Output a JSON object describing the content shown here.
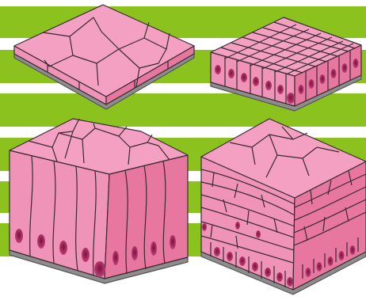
{
  "colors": {
    "background": "#ffffff",
    "stripe": "#8cc21e",
    "cell_top": "#f3a0c2",
    "cell_front": "#f093b8",
    "cell_side": "#e8779f",
    "outline": "#3a2a30",
    "nucleus_dark": "#7a0f3c",
    "nucleus_light": "#c7487e",
    "basement": "#8d8d8d"
  },
  "figures": [
    {
      "name": "simple-squamous-epithelium-block",
      "layers": 1,
      "cell_shape": "flat"
    },
    {
      "name": "simple-cuboidal-epithelium-block",
      "layers": 1,
      "cell_shape": "cube"
    },
    {
      "name": "simple-columnar-epithelium-block",
      "layers": 1,
      "cell_shape": "column"
    },
    {
      "name": "stratified-squamous-epithelium-block",
      "layers": "multiple",
      "cell_shape": "flat-on-cuboidal"
    }
  ]
}
